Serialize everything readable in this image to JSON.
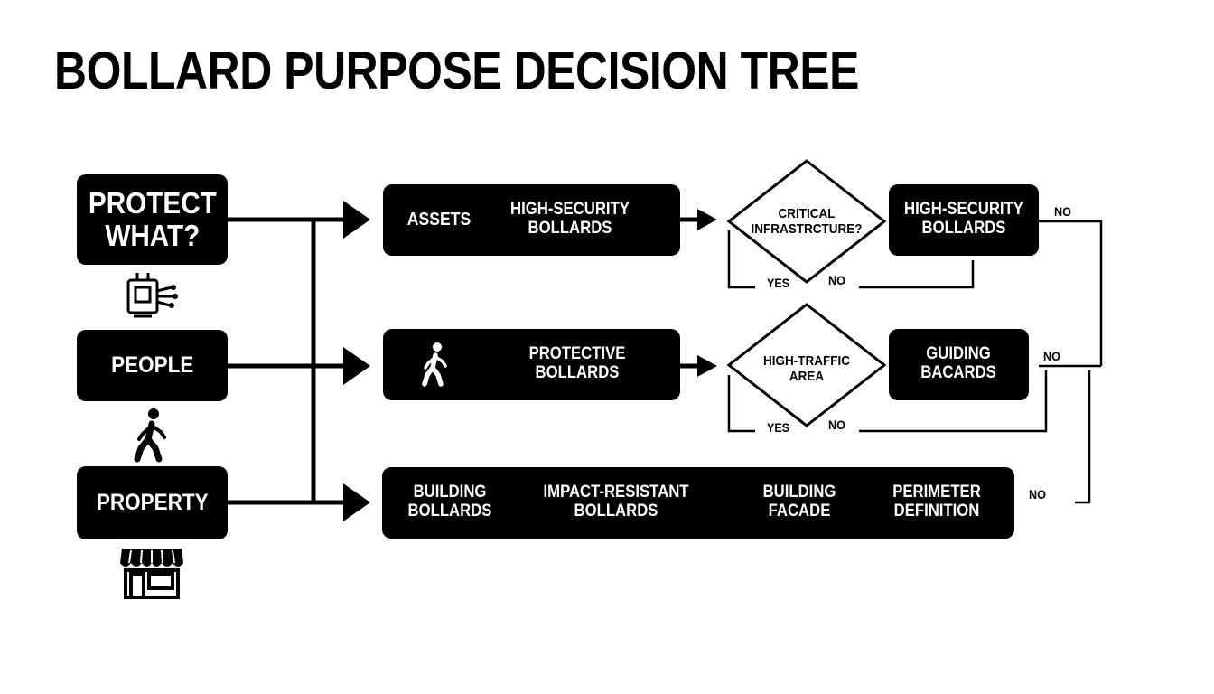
{
  "title": "BOLLARD PURPOSE DECISION TREE",
  "left_nodes": {
    "protect": "PROTECT\nWHAT?",
    "people": "PEOPLE",
    "property": "PROPERTY"
  },
  "row_assets": {
    "label": "ASSETS",
    "result": "HIGH-SECURITY\nBOLLARDS",
    "decision": "CRITICAL\nINFRASTRCTURE?",
    "outcome": "HIGH-SECURITY\nBOLLARDS",
    "yes": "YES",
    "no_inner": "NO",
    "no_outer": "NO"
  },
  "row_people": {
    "result": "PROTECTIVE\nBOLLARDS",
    "decision": "HIGH-TRAFFIC\nAREA",
    "outcome": "GUIDING\nBACARDS",
    "yes": "YES",
    "no_inner": "NO",
    "no_outer": "NO"
  },
  "row_property": {
    "items": [
      "BUILDING\nBOLLARDS",
      "IMPACT-RESISTANT\nBOLLARDS",
      "BUILDING\nFACADE",
      "PERIMETER\nDEFINITION"
    ],
    "no_outer": "NO"
  },
  "icons": {
    "protect": "electrical-box-icon",
    "people": "walking-person-icon",
    "property": "storefront-icon",
    "people_row": "walking-person-icon"
  }
}
